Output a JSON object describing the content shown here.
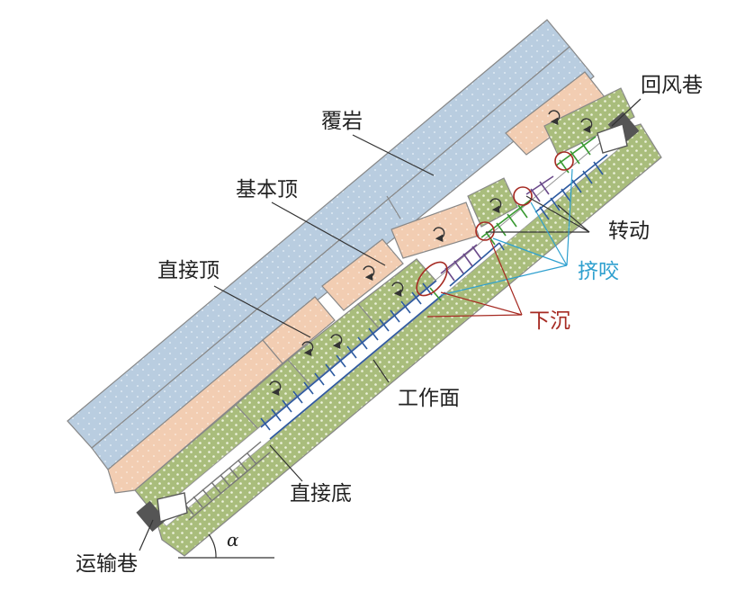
{
  "diagram": {
    "labels": {
      "overburden": "覆岩",
      "main_roof": "基本顶",
      "immediate_roof": "直接顶",
      "working_face": "工作面",
      "immediate_floor": "直接底",
      "return_airway": "回风巷",
      "haulage_roadway": "运输巷",
      "rotation": "转动",
      "squeeze": "挤咬",
      "subsidence": "下沉",
      "dip_angle": "α"
    },
    "colors": {
      "overburden": "#b9cde0",
      "main_roof": "#f2cdb2",
      "immediate_roof": "#a9bd7c",
      "immediate_floor": "#a9bd7c",
      "support_blue": "#2d5aa0",
      "support_green": "#3a9a32",
      "support_purple": "#6a4a8a",
      "support_white": "#f2f2f2",
      "subsidence_red": "#a62a22",
      "squeeze_cyan": "#2fa0cf",
      "leader_line": "#333333"
    },
    "icons": [
      "rotation-arrow-icon",
      "roadway-support-icon"
    ]
  }
}
